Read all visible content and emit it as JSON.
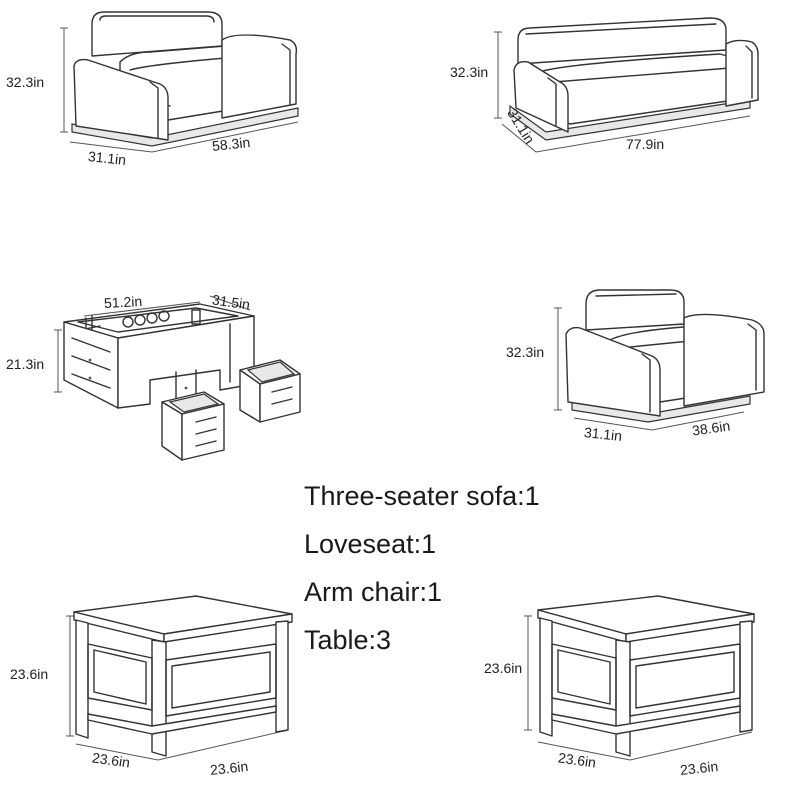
{
  "loveseat": {
    "height": "32.3in",
    "depth": "31.1in",
    "width": "58.3in"
  },
  "three_seater": {
    "height": "32.3in",
    "depth": "31.1in",
    "width": "77.9in"
  },
  "coffee_table": {
    "width": "51.2in",
    "depth": "31.5in",
    "height": "21.3in"
  },
  "arm_chair": {
    "height": "32.3in",
    "depth": "31.1in",
    "width": "38.6in"
  },
  "end_table_left": {
    "height": "23.6in",
    "depth": "23.6in",
    "width": "23.6in"
  },
  "end_table_right": {
    "height": "23.6in",
    "depth": "23.6in",
    "width": "23.6in"
  },
  "summary": {
    "line1": "Three-seater sofa:1",
    "line2": "Loveseat:1",
    "line3": "Arm chair:1",
    "line4": "Table:3"
  }
}
